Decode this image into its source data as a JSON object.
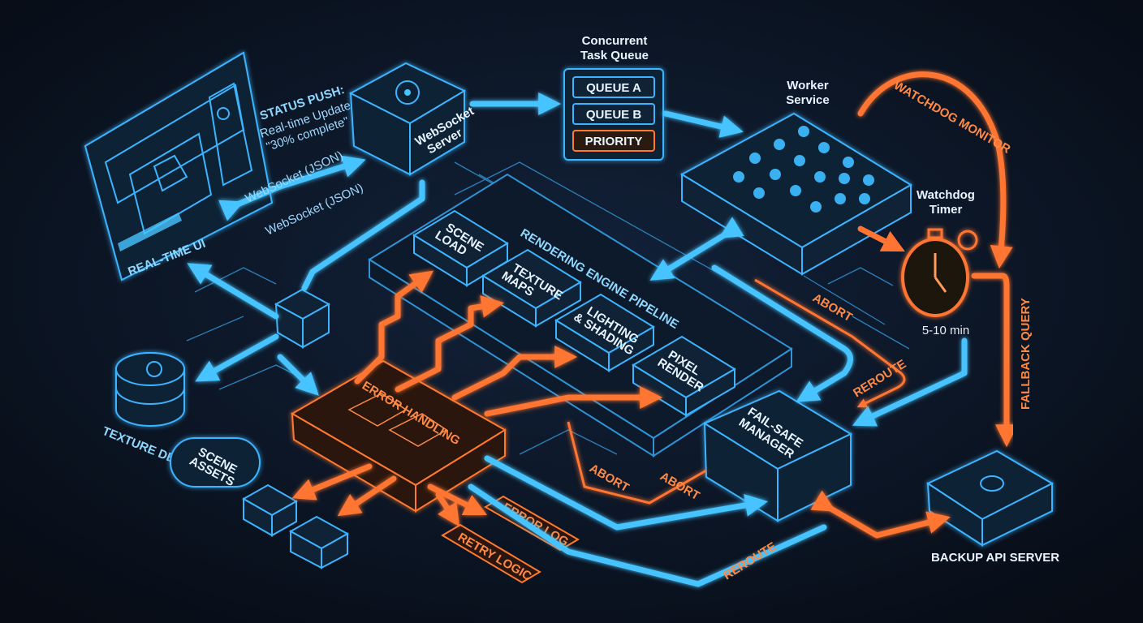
{
  "colors": {
    "background": "#0a111c",
    "flow_blue": "#47c4ff",
    "error_orange": "#ff7433"
  },
  "realtime_ui": {
    "label": "REAL-TIME UI"
  },
  "status_push": {
    "title": "STATUS PUSH:",
    "line1": "Real-time Updates,",
    "line2": "\"30% complete\""
  },
  "websocket": {
    "link1": "WebSocket (JSON)",
    "link2": "WebSocket (JSON)",
    "server_line1": "WebSocket",
    "server_line2": "Server"
  },
  "queue": {
    "title_line1": "Concurrent",
    "title_line2": "Task Queue",
    "items": [
      "QUEUE A",
      "QUEUE B",
      "PRIORITY"
    ]
  },
  "worker": {
    "line1": "Worker",
    "line2": "Service"
  },
  "watchdog": {
    "monitor": "WATCHDOG MONITOR",
    "timer_line1": "Watchdog",
    "timer_line2": "Timer",
    "duration": "5-10 min"
  },
  "fallback": {
    "label": "FALLBACK QUERY"
  },
  "pipeline": {
    "title": "RENDERING ENGINE PIPELINE",
    "stages": [
      {
        "line1": "SCENE",
        "line2": "LOAD"
      },
      {
        "line1": "TEXTURE",
        "line2": "MAPS"
      },
      {
        "line1": "LIGHTING",
        "line2": "& SHADING"
      },
      {
        "line1": "PIXEL",
        "line2": "RENDER"
      }
    ]
  },
  "error_handling": {
    "label": "ERROR HANDLING",
    "error_log": "ERROR LOG",
    "retry_logic": "RETRY LOGIC"
  },
  "storage": {
    "texture_db": "TEXTURE DB",
    "scene_assets_line1": "SCENE",
    "scene_assets_line2": "ASSETS"
  },
  "failsafe": {
    "line1": "FAIL-SAFE",
    "line2": "MANAGER"
  },
  "flow_labels": {
    "abort1": "ABORT",
    "abort2": "ABORT",
    "abort3": "ABORT",
    "reroute1": "REROUTE",
    "reroute2": "REROUTE"
  },
  "backup": {
    "label": "BACKUP API SERVER"
  }
}
